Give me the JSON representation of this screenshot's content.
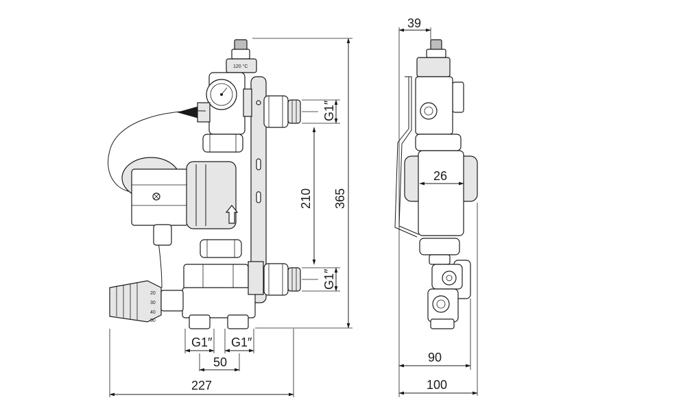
{
  "dimensions": {
    "width_227": "227",
    "depth_365": "365",
    "spacing_210": "210",
    "spacing_50": "50",
    "thread_left_bottom": "G1″",
    "thread_right_bottom": "G1″",
    "thread_top_right": "G1″",
    "thread_lower_right": "G1″",
    "side_39": "39",
    "side_26": "26",
    "side_90": "90",
    "side_100": "100"
  },
  "labels": {
    "thermometer_scale": "120 °C",
    "valve_scale": [
      "20",
      "30",
      "40",
      "50"
    ]
  }
}
